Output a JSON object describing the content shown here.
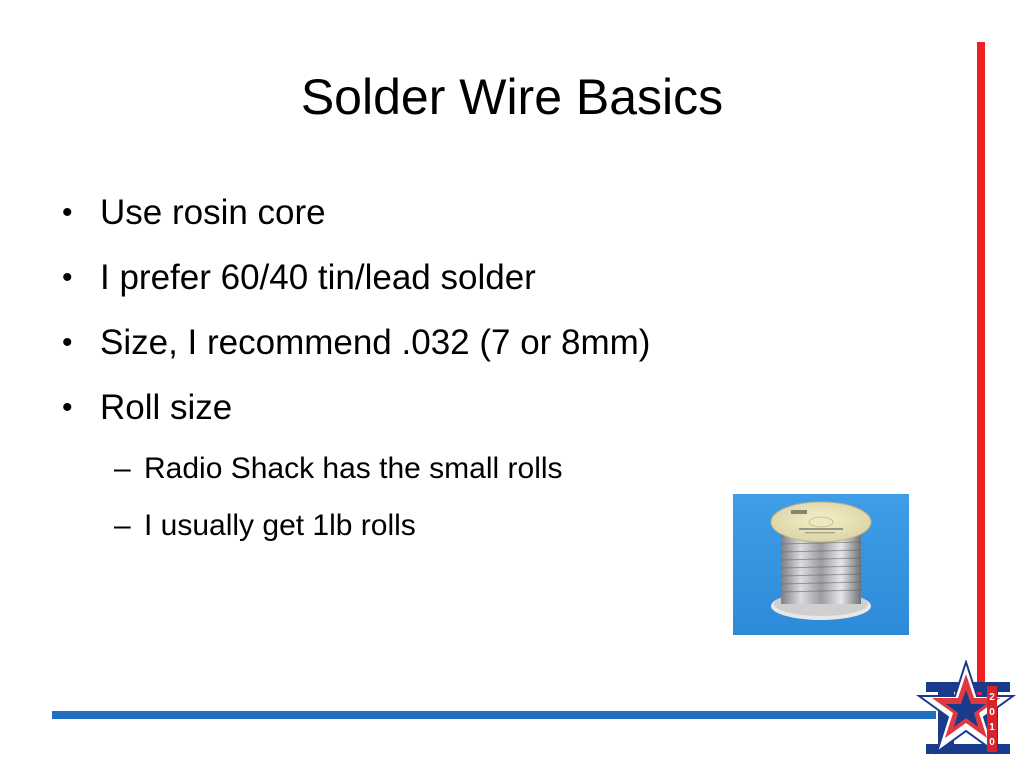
{
  "slide": {
    "title": "Solder Wire Basics",
    "bullets": [
      {
        "text": "Use rosin core",
        "level": 1
      },
      {
        "text": "I prefer 60/40 tin/lead solder",
        "level": 1
      },
      {
        "text": "Size, I recommend .032 (7 or 8mm)",
        "level": 1
      },
      {
        "text": "Roll size",
        "level": 1
      },
      {
        "text": "Radio Shack has the small rolls",
        "level": 2
      },
      {
        "text": "I usually get 1lb rolls",
        "level": 2
      }
    ],
    "bullet_glyph": "•",
    "sub_glyph": "–"
  },
  "logo": {
    "year_digits": [
      "2",
      "0",
      "1",
      "0"
    ]
  },
  "colors": {
    "red_accent": "#ee2124",
    "blue_accent": "#1f6fc0",
    "photo_background": "#3f9ee6"
  }
}
